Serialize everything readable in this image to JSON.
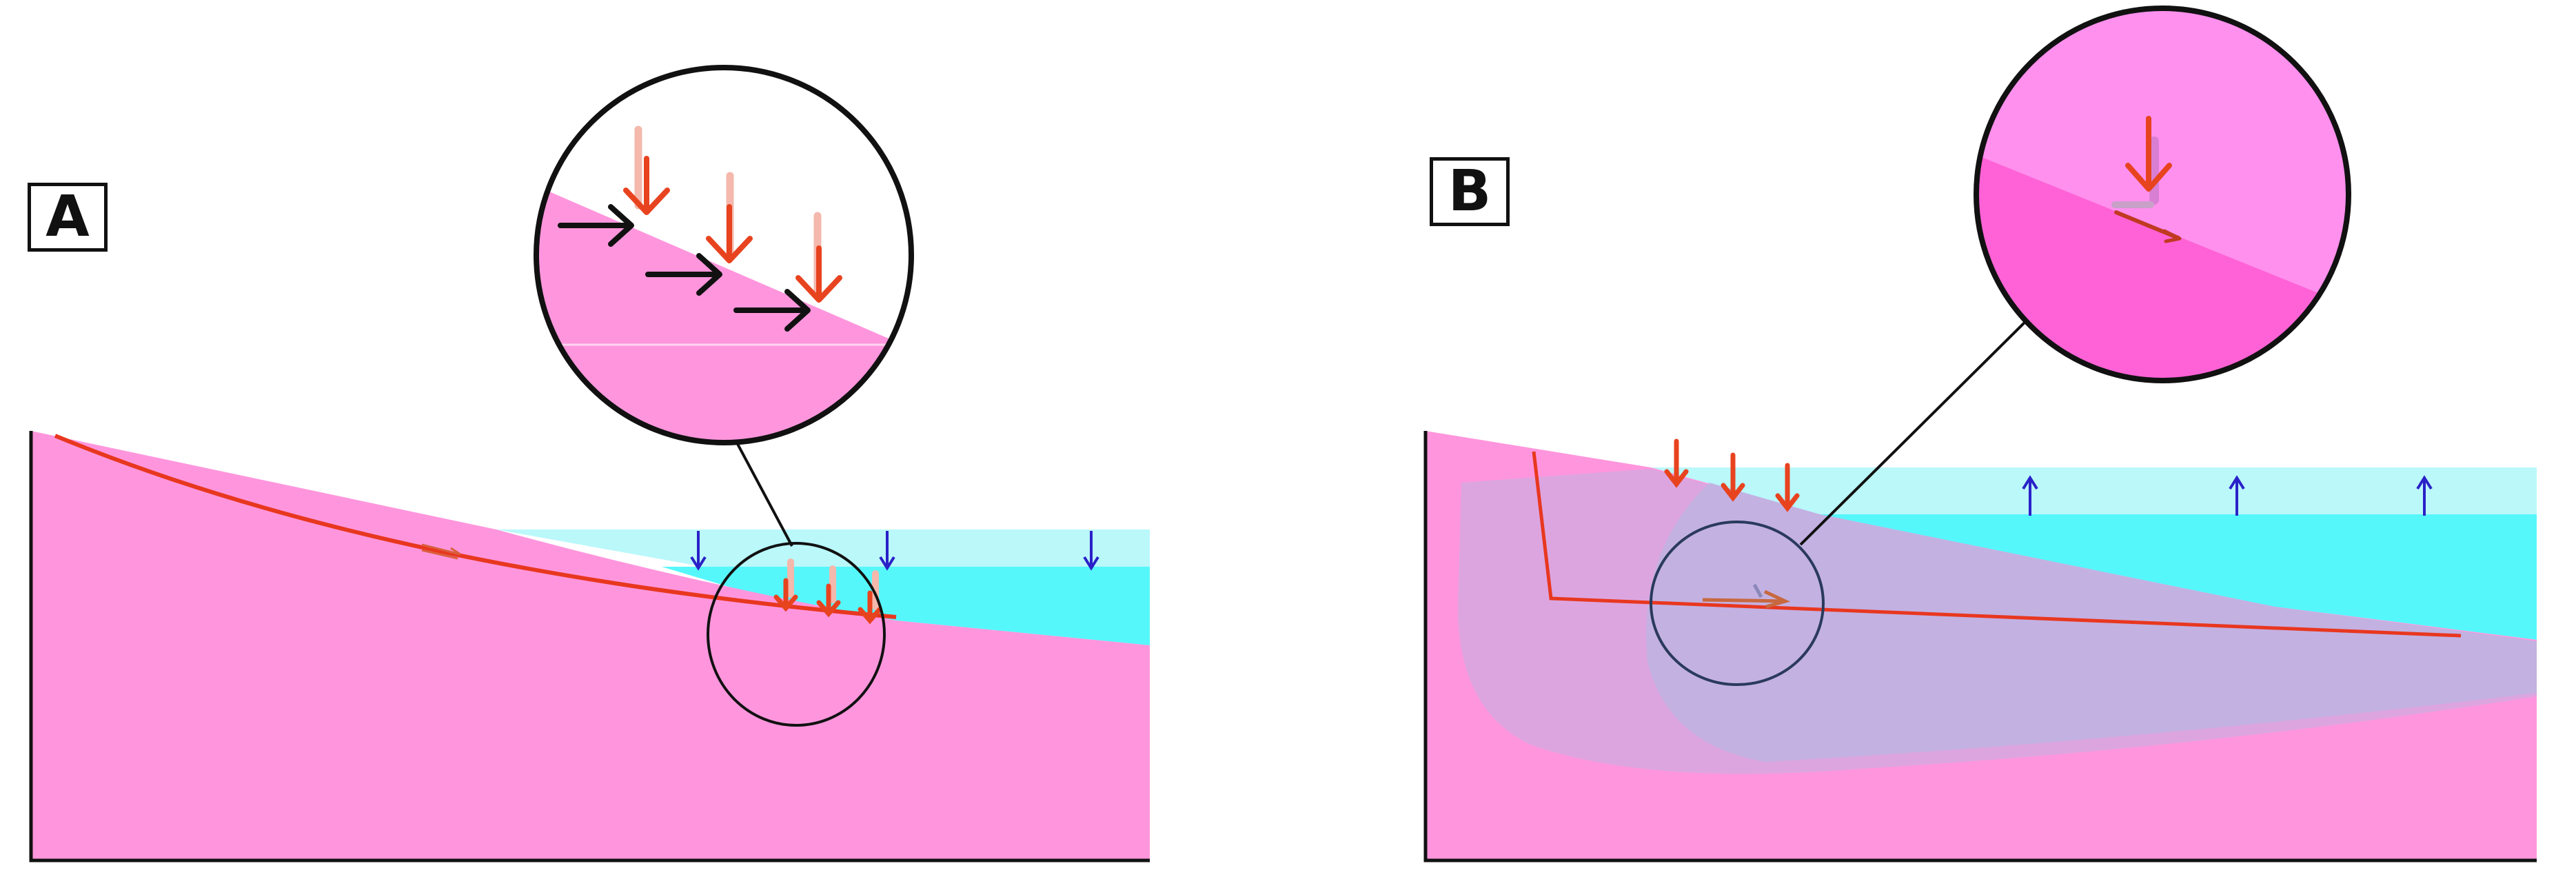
{
  "panels": [
    {
      "id": "A",
      "label": "A"
    },
    {
      "id": "B",
      "label": "B"
    }
  ],
  "colors": {
    "crust": "#ff96dd",
    "crust_dark": "#ff62d6",
    "water_light": "#baf8fa",
    "water_dark": "#55f7fb",
    "deformed_zone": "#c0b2e2",
    "fault": "#e8371f",
    "load_arrow": "#e8431f",
    "load_arrow_ghost": "#f4b8ac",
    "water_arrow": "#2a21c8",
    "pressure_arrow": "#111111",
    "slip_arrow": "#c8683e",
    "outline": "#111111"
  },
  "icons": {
    "panel_a_inset": [
      "black-horizontal-arrow-icon",
      "red-down-arrow-icon",
      "pale-down-arrow-icon"
    ],
    "panel_a_main": [
      "blue-down-arrow-icon",
      "red-down-arrow-icon",
      "fault-slip-arrow-icon"
    ],
    "panel_b_inset": [
      "red-down-arrow-icon",
      "slip-arrow-icon"
    ],
    "panel_b_main": [
      "red-down-arrow-icon",
      "blue-up-arrow-icon",
      "fault-slip-arrow-icon"
    ]
  }
}
